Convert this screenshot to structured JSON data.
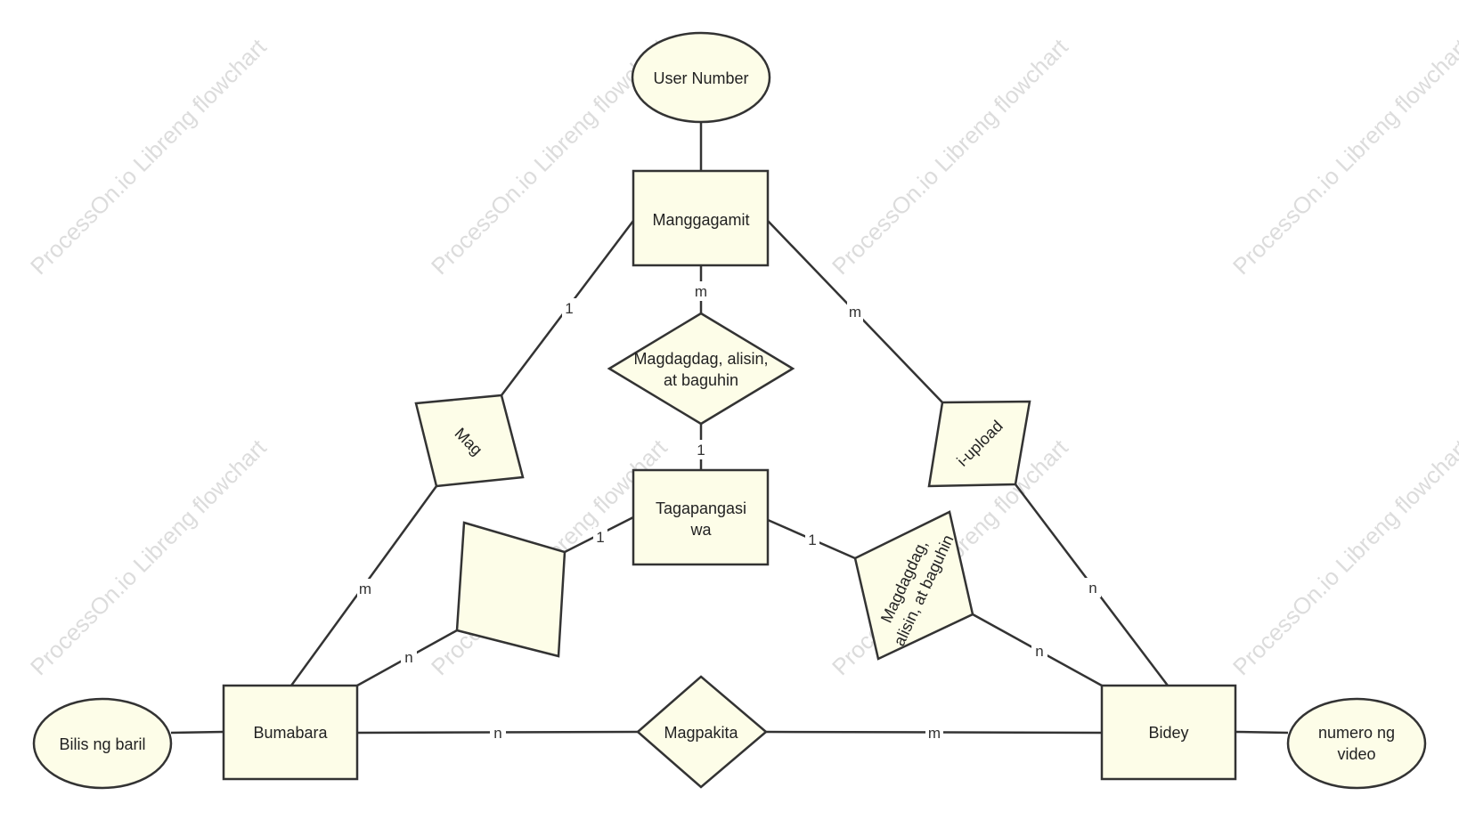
{
  "watermark": "ProcessOn.io Libreng flowchart",
  "colors": {
    "shape_fill": "#fdfde8",
    "stroke": "#333333",
    "watermark": "#dcdcdc"
  },
  "entities": {
    "manggagamit": "Manggagamit",
    "tagapangasiwa_line1": "Tagapangasi",
    "tagapangasiwa_line2": "wa",
    "bumabara": "Bumabara",
    "bidey": "Bidey"
  },
  "attributes": {
    "user_number": "User Number",
    "bilis_ng_baril": "Bilis ng baril",
    "numero_ng_video_line1": "numero ng",
    "numero_ng_video_line2": "video"
  },
  "relationships": {
    "magdagdag_center_line1": "Magdagdag, alisin,",
    "magdagdag_center_line2": "at baguhin",
    "mag": "Mag",
    "i_upload": "i-upload",
    "magdagdag_right_line1": "Magdagdag,",
    "magdagdag_right_line2": "alisin, at baguhin",
    "magpakita": "Magpakita"
  },
  "cardinalities": {
    "mang_to_center": "m",
    "center_to_tagap": "1",
    "mang_to_mag": "1",
    "mag_to_bumabara": "m",
    "mang_to_upload": "m",
    "upload_to_bidey": "n",
    "tagap_to_blank": "1",
    "blank_to_bumabara": "n",
    "tagap_to_right": "1",
    "right_to_bidey": "n",
    "bumabara_to_magpakita": "n",
    "magpakita_to_bidey": "m"
  }
}
